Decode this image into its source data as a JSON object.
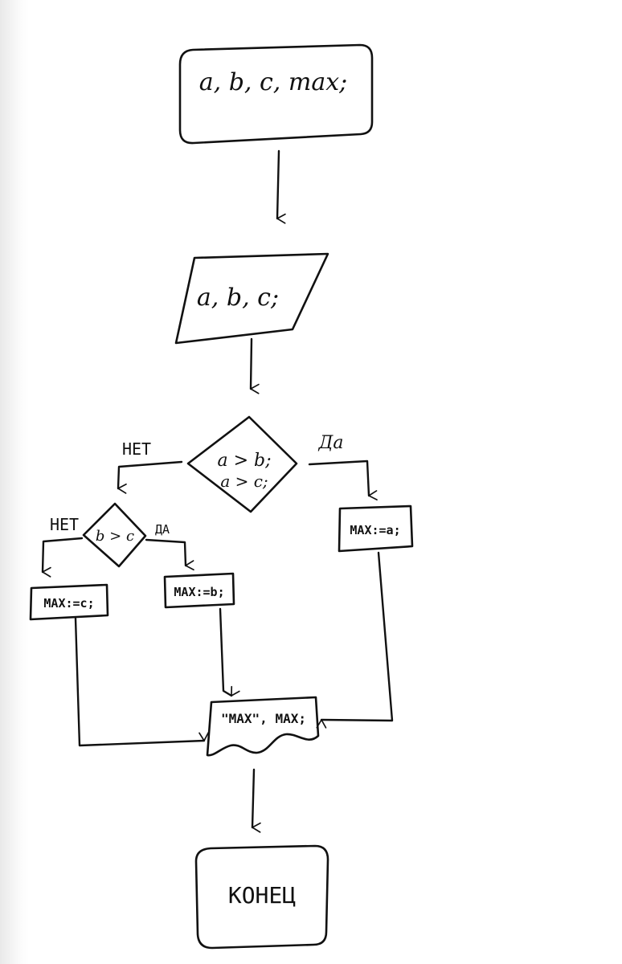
{
  "flowchart": {
    "start_label": "a, b, c, max;",
    "input_label": "a, b, c;",
    "decision1_label_line1": "a > b;",
    "decision1_label_line2": "a > c;",
    "decision1_no_label": "НЕТ",
    "decision1_yes_label": "Да",
    "decision2_label": "b > c",
    "decision2_no_label": "НЕТ",
    "decision2_yes_label": "ДА",
    "assign_a_label": "MAX:=a;",
    "assign_b_label": "MAX:=b;",
    "assign_c_label": "MAX:=c;",
    "output_label": "\"MAX\", MAX;",
    "end_label": "КОНЕЦ"
  }
}
